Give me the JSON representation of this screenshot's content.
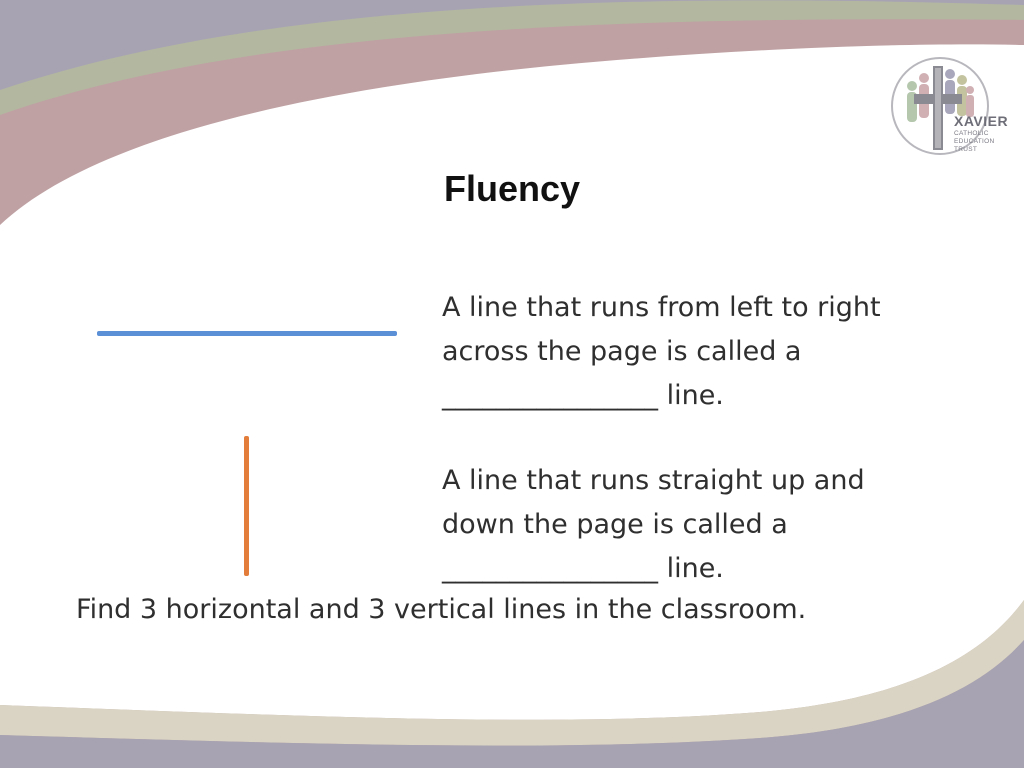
{
  "logo": {
    "brand": "XAVIER",
    "sub_lines": [
      "CATHOLIC",
      "EDUCATION",
      "TRUST"
    ],
    "icon": "cross-and-people-icon"
  },
  "title": "Fluency",
  "questions": [
    {
      "lines": [
        "A line that runs from left to right",
        "across the page is called a",
        "________________ line."
      ]
    },
    {
      "lines": [
        "A line that runs straight up and",
        "down the page is called a",
        "________________ line."
      ]
    }
  ],
  "instruction": "Find 3 horizontal and 3 vertical lines in the classroom.",
  "colors": {
    "horizontal_line": "#5b8fd6",
    "vertical_line": "#e27d3b",
    "band_green": "#b9bfa2",
    "band_mauve": "#bfa1a3",
    "band_grey": "#a7a3b3",
    "content_bg": "#ffffff"
  }
}
